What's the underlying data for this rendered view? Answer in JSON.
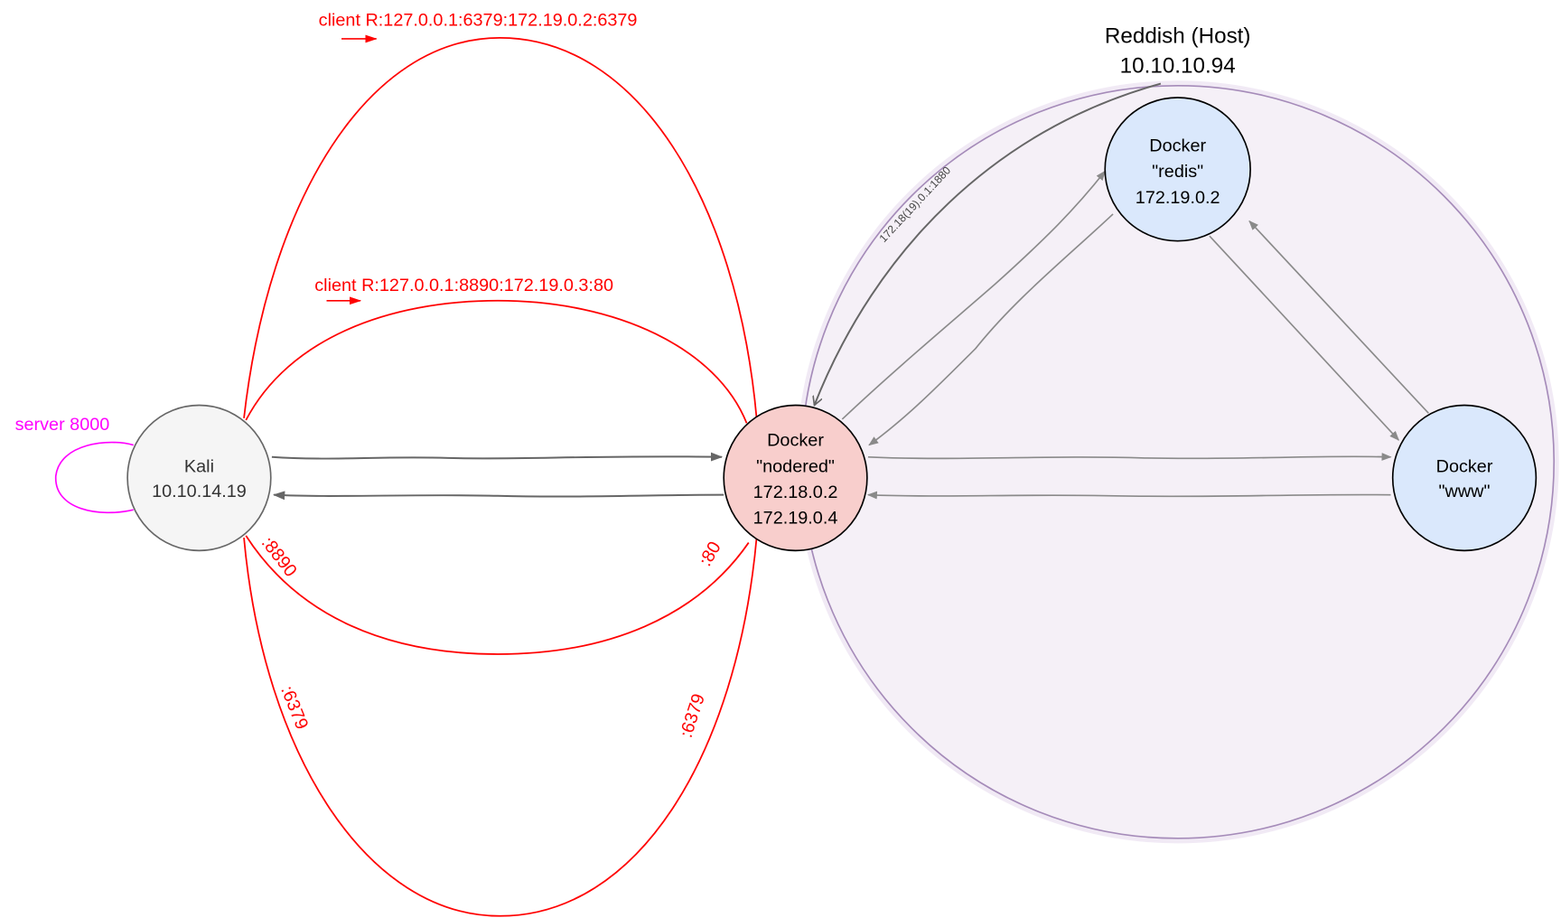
{
  "host": {
    "title": "Reddish (Host)",
    "ip": "10.10.10.94",
    "fill": "#f5f0f7",
    "stroke": "#a58bb9"
  },
  "nodes": {
    "kali": {
      "lines": [
        "Kali",
        "10.10.14.19"
      ],
      "fill": "#f5f5f5",
      "stroke": "#666666"
    },
    "nodered": {
      "lines": [
        "Docker",
        "\"nodered\"",
        "172.18.0.2",
        "172.19.0.4"
      ],
      "fill": "#f8cecc",
      "stroke": "#000000"
    },
    "redis": {
      "lines": [
        "Docker",
        "\"redis\"",
        "172.19.0.2"
      ],
      "fill": "#dae8fc",
      "stroke": "#000000"
    },
    "www": {
      "lines": [
        "Docker",
        "\"www\""
      ],
      "fill": "#dae8fc",
      "stroke": "#000000"
    }
  },
  "edges": {
    "server_loop": "server 8000",
    "tunnel_6379": "client R:127.0.0.1:6379:172.19.0.2:6379",
    "tunnel_8890": "client R:127.0.0.1:8890:172.19.0.3:80",
    "port_8890": ":8890",
    "port_80": ":80",
    "port_6379_left": ":6379",
    "port_6379_right": ":6379",
    "host_to_nodered": "172.18(19).0.1:1880"
  },
  "colors": {
    "tunnel": "#ff0000",
    "server": "#ff00ff",
    "link": "#8a8a8a"
  }
}
